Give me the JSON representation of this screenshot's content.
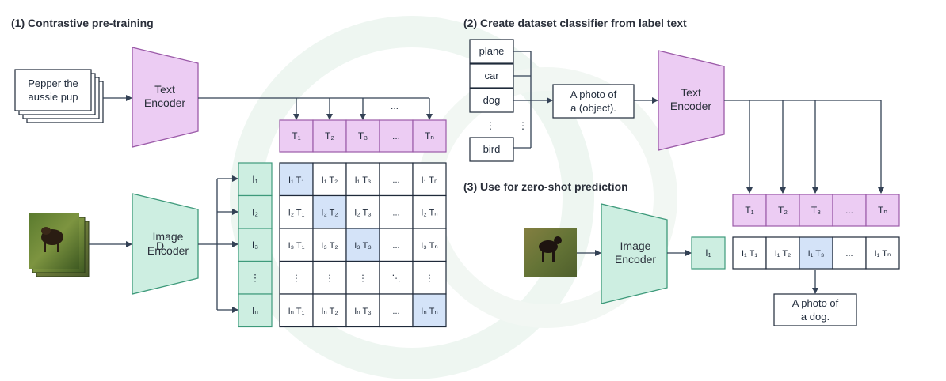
{
  "section1": {
    "title": "(1) Contrastive pre-training",
    "text_input": [
      "Pepper the",
      "aussie pup"
    ],
    "text_encoder": [
      "Text",
      "Encoder"
    ],
    "image_encoder": [
      "Image",
      "Encoder"
    ],
    "image_encoder_stray": "D",
    "t_tokens": [
      "T₁",
      "T₂",
      "T₃",
      "...",
      "Tₙ"
    ],
    "i_tokens": [
      "I₁",
      "I₂",
      "I₃",
      "⋮",
      "Iₙ"
    ],
    "top_ellipsis": "...",
    "matrix": [
      [
        "I₁ T₁",
        "I₁ T₂",
        "I₁ T₃",
        "...",
        "I₁ Tₙ"
      ],
      [
        "I₂ T₁",
        "I₂ T₂",
        "I₂ T₃",
        "...",
        "I₂ Tₙ"
      ],
      [
        "I₃ T₁",
        "I₃ T₂",
        "I₃ T₃",
        "...",
        "I₃ Tₙ"
      ],
      [
        "⋮",
        "⋮",
        "⋮",
        "⋱",
        "⋮"
      ],
      [
        "Iₙ T₁",
        "Iₙ T₂",
        "Iₙ T₃",
        "...",
        "Iₙ Tₙ"
      ]
    ]
  },
  "section2": {
    "title": "(2) Create dataset classifier from label text",
    "labels": [
      "plane",
      "car",
      "dog",
      "bird"
    ],
    "label_dots": "⋮",
    "template": [
      "A   photo of",
      "a  (object)."
    ],
    "text_encoder": [
      "Text",
      "Encoder"
    ],
    "t_tokens": [
      "T₁",
      "T₂",
      "T₃",
      "...",
      "Tₙ"
    ]
  },
  "section3": {
    "title": "(3) Use for zero-shot prediction",
    "image_encoder": [
      "Image",
      "Encoder"
    ],
    "i_token": "I₁",
    "scores": [
      "I₁ T₁",
      "I₁ T₂",
      "I₁ T₃",
      "...",
      "I₁ Tₙ"
    ],
    "result": [
      "A photo of",
      "a dog."
    ]
  },
  "colors": {
    "purple_fill": "#ecccf3",
    "purple_stroke": "#9b5aa8",
    "green_fill": "#cdeee1",
    "green_stroke": "#3e9a7b",
    "highlight": "#d4e3f8",
    "line": "#334155"
  }
}
